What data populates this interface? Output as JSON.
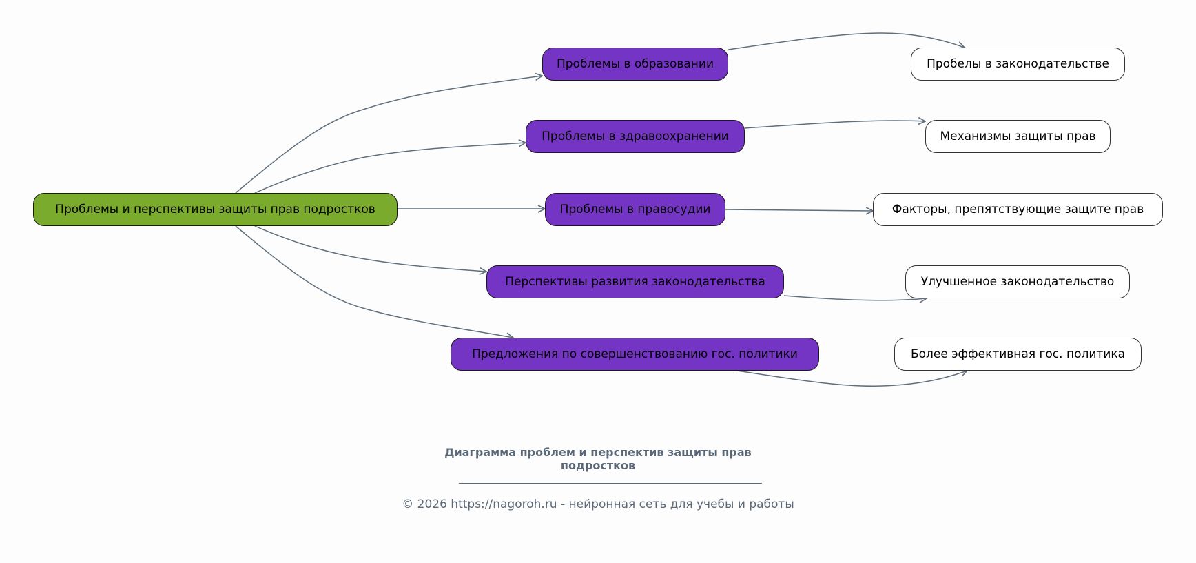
{
  "diagram": {
    "root": {
      "id": "root",
      "label": "Проблемы и перспективы защиты прав подростков",
      "color": "#7aab2d"
    },
    "branches": [
      {
        "id": "b1",
        "label": "Проблемы в образовании",
        "color": "#7535c4",
        "child": {
          "id": "c1",
          "label": "Пробелы в законодательстве"
        }
      },
      {
        "id": "b2",
        "label": "Проблемы в здравоохранении",
        "color": "#7535c4",
        "child": {
          "id": "c2",
          "label": "Механизмы защиты прав"
        }
      },
      {
        "id": "b3",
        "label": "Проблемы в правосудии",
        "color": "#7535c4",
        "child": {
          "id": "c3",
          "label": "Факторы, препятствующие защите прав"
        }
      },
      {
        "id": "b4",
        "label": "Перспективы развития законодательства",
        "color": "#7535c4",
        "child": {
          "id": "c4",
          "label": "Улучшенное законодательство"
        }
      },
      {
        "id": "b5",
        "label": "Предложения по совершенствованию гос. политики",
        "color": "#7535c4",
        "child": {
          "id": "c5",
          "label": "Более эффективная гос. политика"
        }
      }
    ],
    "edges": [
      {
        "from": "root",
        "to": "b1"
      },
      {
        "from": "root",
        "to": "b2"
      },
      {
        "from": "root",
        "to": "b3"
      },
      {
        "from": "root",
        "to": "b4"
      },
      {
        "from": "root",
        "to": "b5"
      },
      {
        "from": "b1",
        "to": "c1"
      },
      {
        "from": "b2",
        "to": "c2"
      },
      {
        "from": "b3",
        "to": "c3"
      },
      {
        "from": "b4",
        "to": "c4"
      },
      {
        "from": "b5",
        "to": "c5"
      }
    ],
    "edge_color": "#5f6f7d"
  },
  "footer": {
    "title_line1": "Диаграмма проблем и перспектив защиты прав",
    "title_line2": "подростков",
    "copyright": "© 2026 https://nagoroh.ru - нейронная сеть для учебы и работы"
  }
}
